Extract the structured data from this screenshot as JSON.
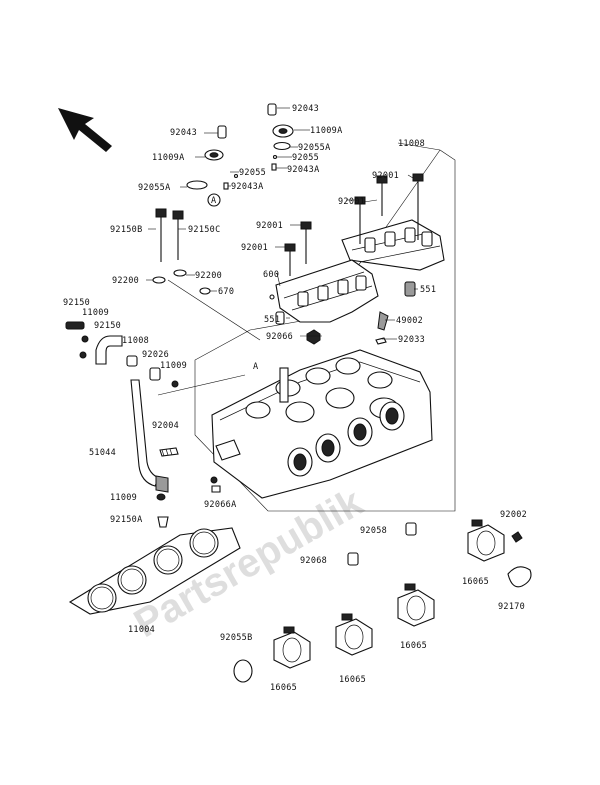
{
  "watermark": "Partsrepublik",
  "callouts": {
    "c92043_tl": "92043",
    "c92043_tr": "92043",
    "c11009A_l": "11009A",
    "c11009A_r": "11009A",
    "c92055A_r": "92055A",
    "c92055_r": "92055",
    "c92043A_r": "92043A",
    "c92055_m": "92055",
    "c92055A_l": "92055A",
    "c92043A_m": "92043A",
    "cA_top": "A",
    "c11008_r": "11008",
    "c92001_1": "92001",
    "c92001_2": "92001",
    "c92001_3": "92001",
    "c92001_4": "92001",
    "c92150B": "92150B",
    "c92150C": "92150C",
    "c92200": "92200",
    "c92200_b": "92200",
    "c670": "670",
    "c600": "600",
    "c551_r": "551",
    "c551_l": "551",
    "c49002": "49002",
    "c92066": "92066",
    "c92033": "92033",
    "c92150_l": "92150",
    "c11009_l1": "11009",
    "c92150_l2": "92150",
    "c11008_l": "11008",
    "c92026": "92026",
    "c11009_l2": "11009",
    "cA_mid": "A",
    "c92004": "92004",
    "c51044": "51044",
    "c92066A": "92066A",
    "c11009_l3": "11009",
    "c92150A": "92150A",
    "c11004": "11004",
    "c92058": "92058",
    "c92068": "92068",
    "c92002": "92002",
    "c16065_1": "16065",
    "c16065_2": "16065",
    "c16065_3": "16065",
    "c16065_4": "16065",
    "c92170": "92170",
    "c92055B": "92055B"
  },
  "icons": {
    "direction_arrow": "front-direction-arrow-icon"
  }
}
